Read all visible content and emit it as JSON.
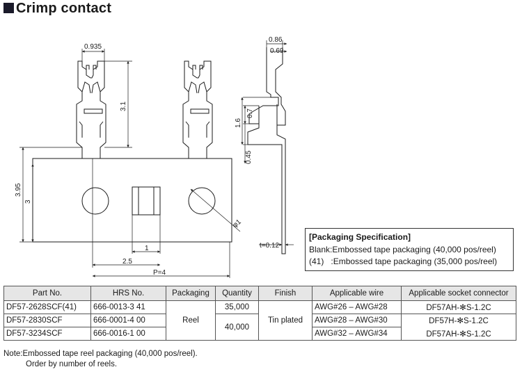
{
  "title": "Crimp contact",
  "drawing": {
    "dims": {
      "w_0935": "0.935",
      "h_31": "3.1",
      "h_395": "3.95",
      "h_3": "3",
      "w_1": "1",
      "w_25": "2.5",
      "pitch": "P=4",
      "phi": "φ1",
      "w_086": "0.86",
      "w_069": "0.69",
      "h_07": "0.7",
      "h_16": "1.6",
      "h_045": "0.45",
      "thickness": "t=0.12"
    }
  },
  "packaging": {
    "heading": "[Packaging Specification]",
    "rows": [
      {
        "code": "Blank:",
        "desc": "Embossed tape packaging (40,000 pos/reel)"
      },
      {
        "code": "(41)   :",
        "desc": "Embossed tape packaging (35,000 pos/reel)"
      }
    ]
  },
  "table": {
    "headers": [
      "Part No.",
      "HRS No.",
      "Packaging",
      "Quantity",
      "Finish",
      "Applicable wire",
      "Applicable socket connector"
    ],
    "rows": [
      {
        "part": "DF57-2628SCF(41)",
        "hrs": "666-0013-3 41",
        "wire": "AWG#26 – AWG#28",
        "socket": "DF57AH-✻S-1.2C"
      },
      {
        "part": "DF57-2830SCF",
        "hrs": "666-0001-4 00",
        "wire": "AWG#28 – AWG#30",
        "socket": "DF57H-✻S-1.2C"
      },
      {
        "part": "DF57-3234SCF",
        "hrs": "666-0016-1 00",
        "wire": "AWG#32 – AWG#34",
        "socket": "DF57AH-✻S-1.2C"
      }
    ],
    "packaging_value": "Reel",
    "qty_first": "35,000",
    "qty_rest": "40,000",
    "finish": "Tin plated"
  },
  "note": {
    "line1": "Note:Embossed tape reel packaging (40,000 pos/reel).",
    "line2": "Order by number of reels."
  }
}
